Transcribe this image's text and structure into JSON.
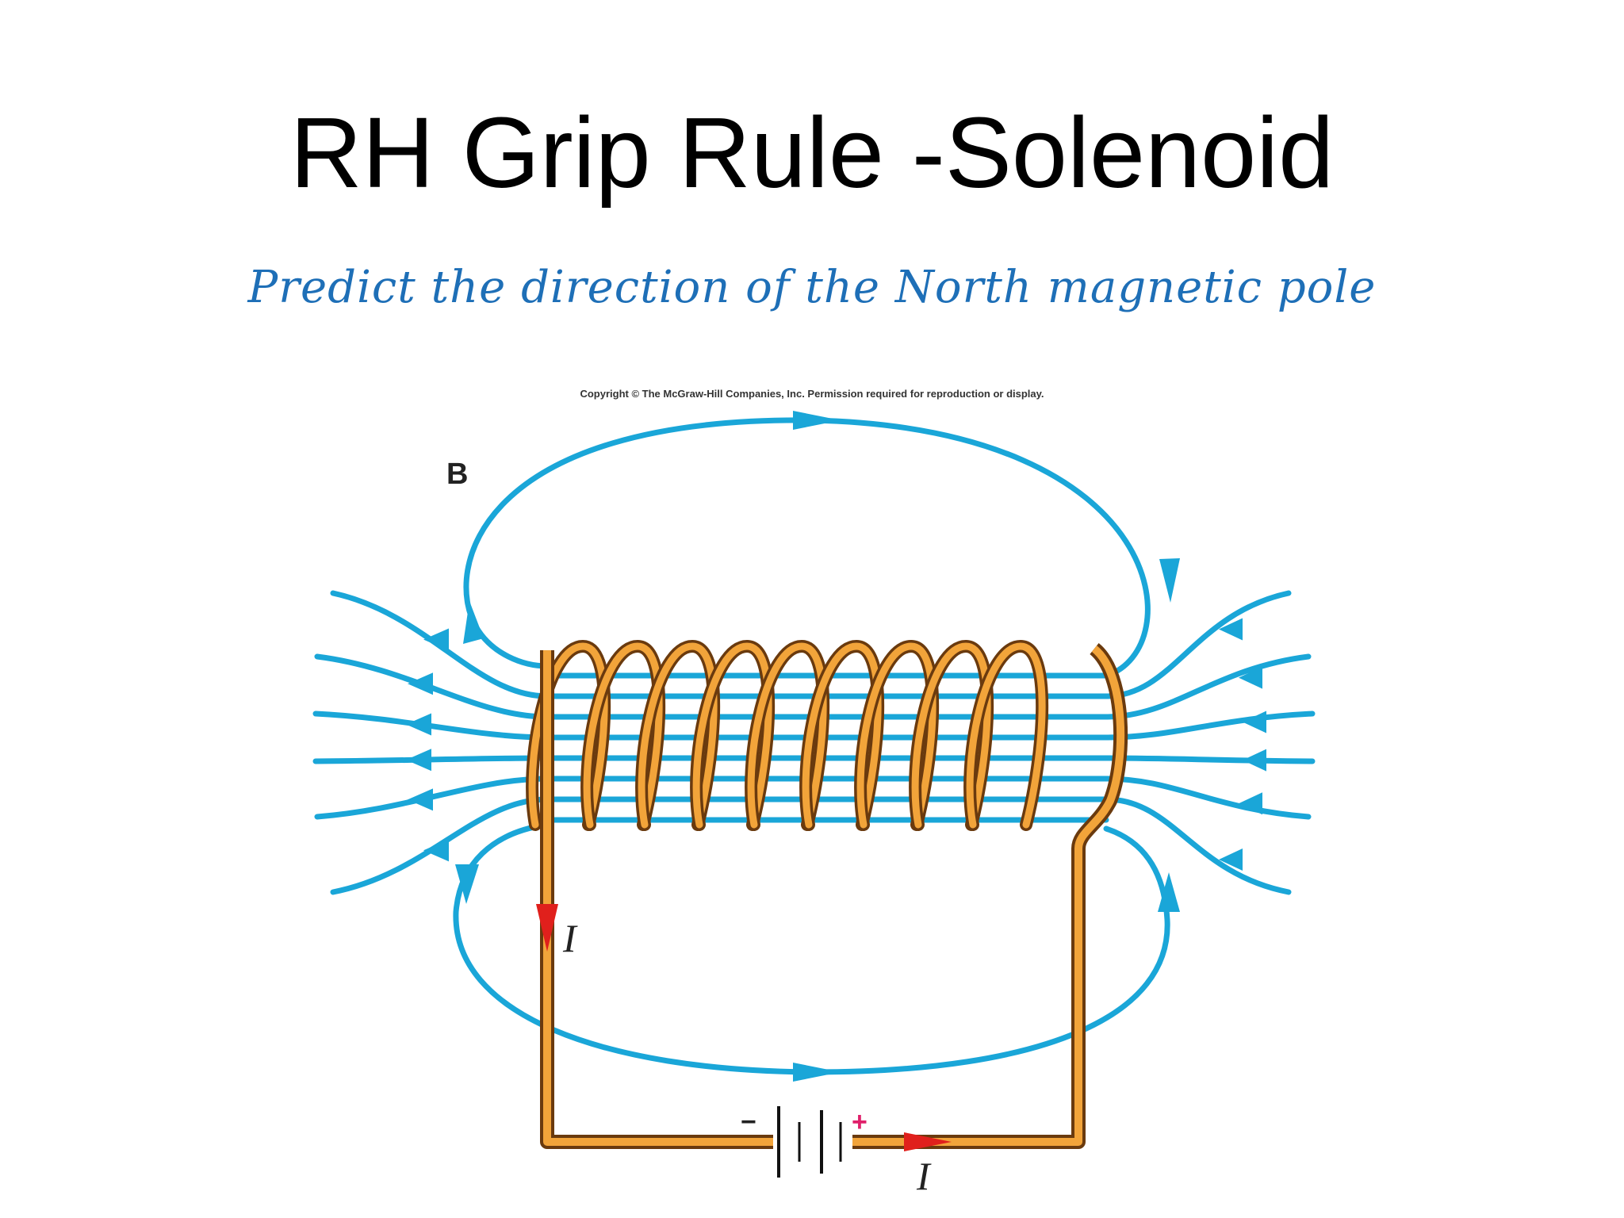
{
  "slide": {
    "title": "RH Grip Rule -Solenoid",
    "subtitle": "Predict the direction of the North magnetic pole"
  },
  "figure": {
    "copyright": "Copyright © The McGraw-Hill Companies, Inc. Permission required for reproduction or display.",
    "field_label": "B",
    "current_label": "I",
    "battery_minus": "−",
    "battery_plus": "+",
    "coil_turns": 9
  },
  "colors": {
    "field_line": "#1aa6d8",
    "coil_outer": "#6a3a0e",
    "coil_inner": "#f2a43a",
    "current_arrow": "#e0201c",
    "subtitle": "#1e6fb7",
    "battery_plus": "#e0206a"
  }
}
